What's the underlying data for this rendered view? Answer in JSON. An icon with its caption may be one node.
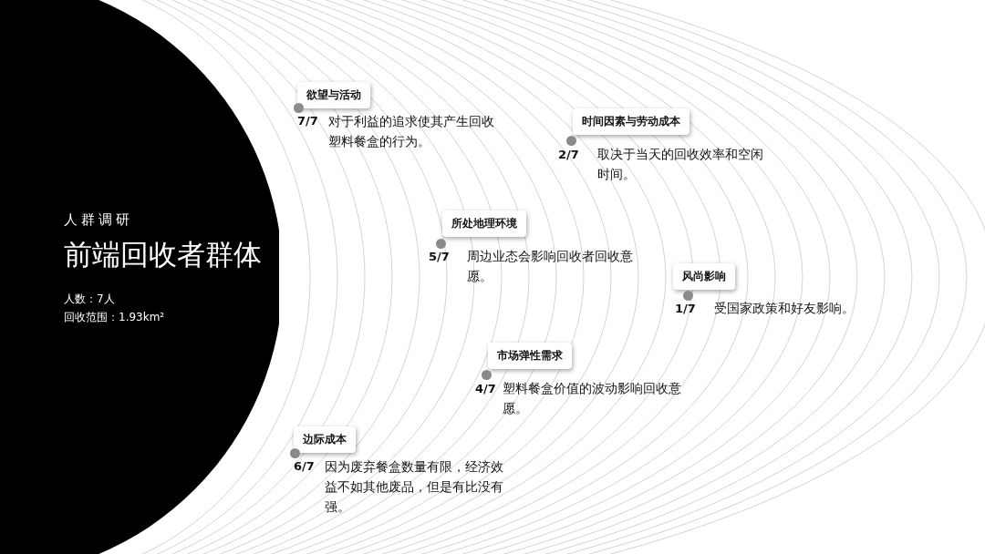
{
  "diagram": {
    "nodes": [
      {
        "text": [
          "人群调研",
          "前端回收者群体",
          "人数：7人",
          "回收范围：1.93km²"
        ]
      },
      {
        "text": [
          "欲望与活动"
        ],
        "beside": [
          "7/7",
          "对于利益的追求使其产生回收塑料餐盒的行为。"
        ]
      },
      {
        "text": [
          "时间因素与劳动成本"
        ],
        "beside": [
          "2/7",
          "取决于当天的回收效率和空闲时间。"
        ]
      },
      {
        "text": [
          "所处地理环境"
        ],
        "beside": [
          "5/7",
          "周边业态会影响回收者回收意愿。"
        ]
      },
      {
        "text": [
          "风尚影响"
        ],
        "beside": [
          "1/7",
          "受国家政策和好友影响。"
        ]
      },
      {
        "text": [
          "市场弹性需求"
        ],
        "beside": [
          "4/7",
          "塑料餐盒价值的波动影响回收意愿。"
        ]
      },
      {
        "text": [
          "边际成本"
        ],
        "beside": [
          "6/7",
          "因为废弃餐盒数量有限，经济效益不如其他废品，但是有比没有强。"
        ]
      }
    ]
  }
}
